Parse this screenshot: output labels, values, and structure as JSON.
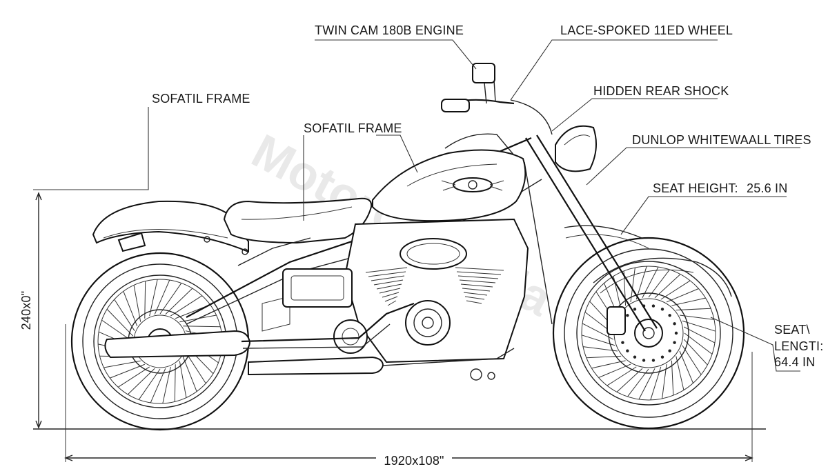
{
  "labels": {
    "engine": "TWIN CAM 180B ENGINE",
    "wheel": "LACE-SPOKED 11ED WHEEL",
    "frame_left": "SOFATIL FRAME",
    "frame_mid": "SOFATIL FRAME",
    "shock": "HIDDEN REAR SHOCK",
    "tires": "DUNLOP WHITEWAALL TIRES",
    "seat_height_label": "SEAT HEIGHT:",
    "seat_height_value": "25.6 IN",
    "seat_length_line1": "SEAT\\",
    "seat_length_line2": "LENGTI:",
    "seat_length_line3": "64.4 IN"
  },
  "dimensions": {
    "height": "240x0\"",
    "width": "1920x108\""
  },
  "watermark": "MotorCycle Ila"
}
